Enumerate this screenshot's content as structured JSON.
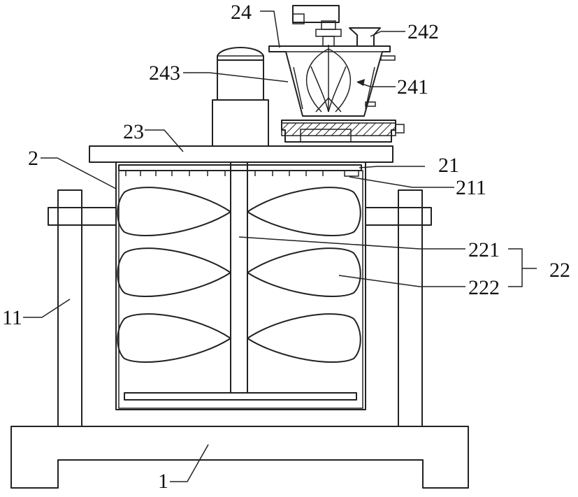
{
  "labels": {
    "l1": "1",
    "l2": "2",
    "l11": "11",
    "l21": "21",
    "l211": "211",
    "l22": "22",
    "l221": "221",
    "l222": "222",
    "l23": "23",
    "l24": "24",
    "l241": "241",
    "l242": "242",
    "l243": "243"
  }
}
